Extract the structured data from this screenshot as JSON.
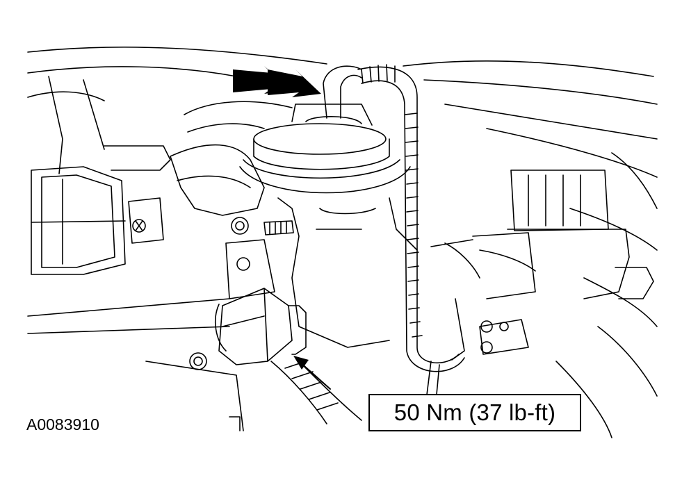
{
  "figure": {
    "id_label": "A0083910",
    "torque_spec": "50 Nm (37 lb-ft)"
  },
  "colors": {
    "line": "#000000",
    "background": "#ffffff"
  },
  "icons": {
    "view_arrow": "double-chevron-arrow",
    "pointer_arrow": "leader-arrow"
  }
}
